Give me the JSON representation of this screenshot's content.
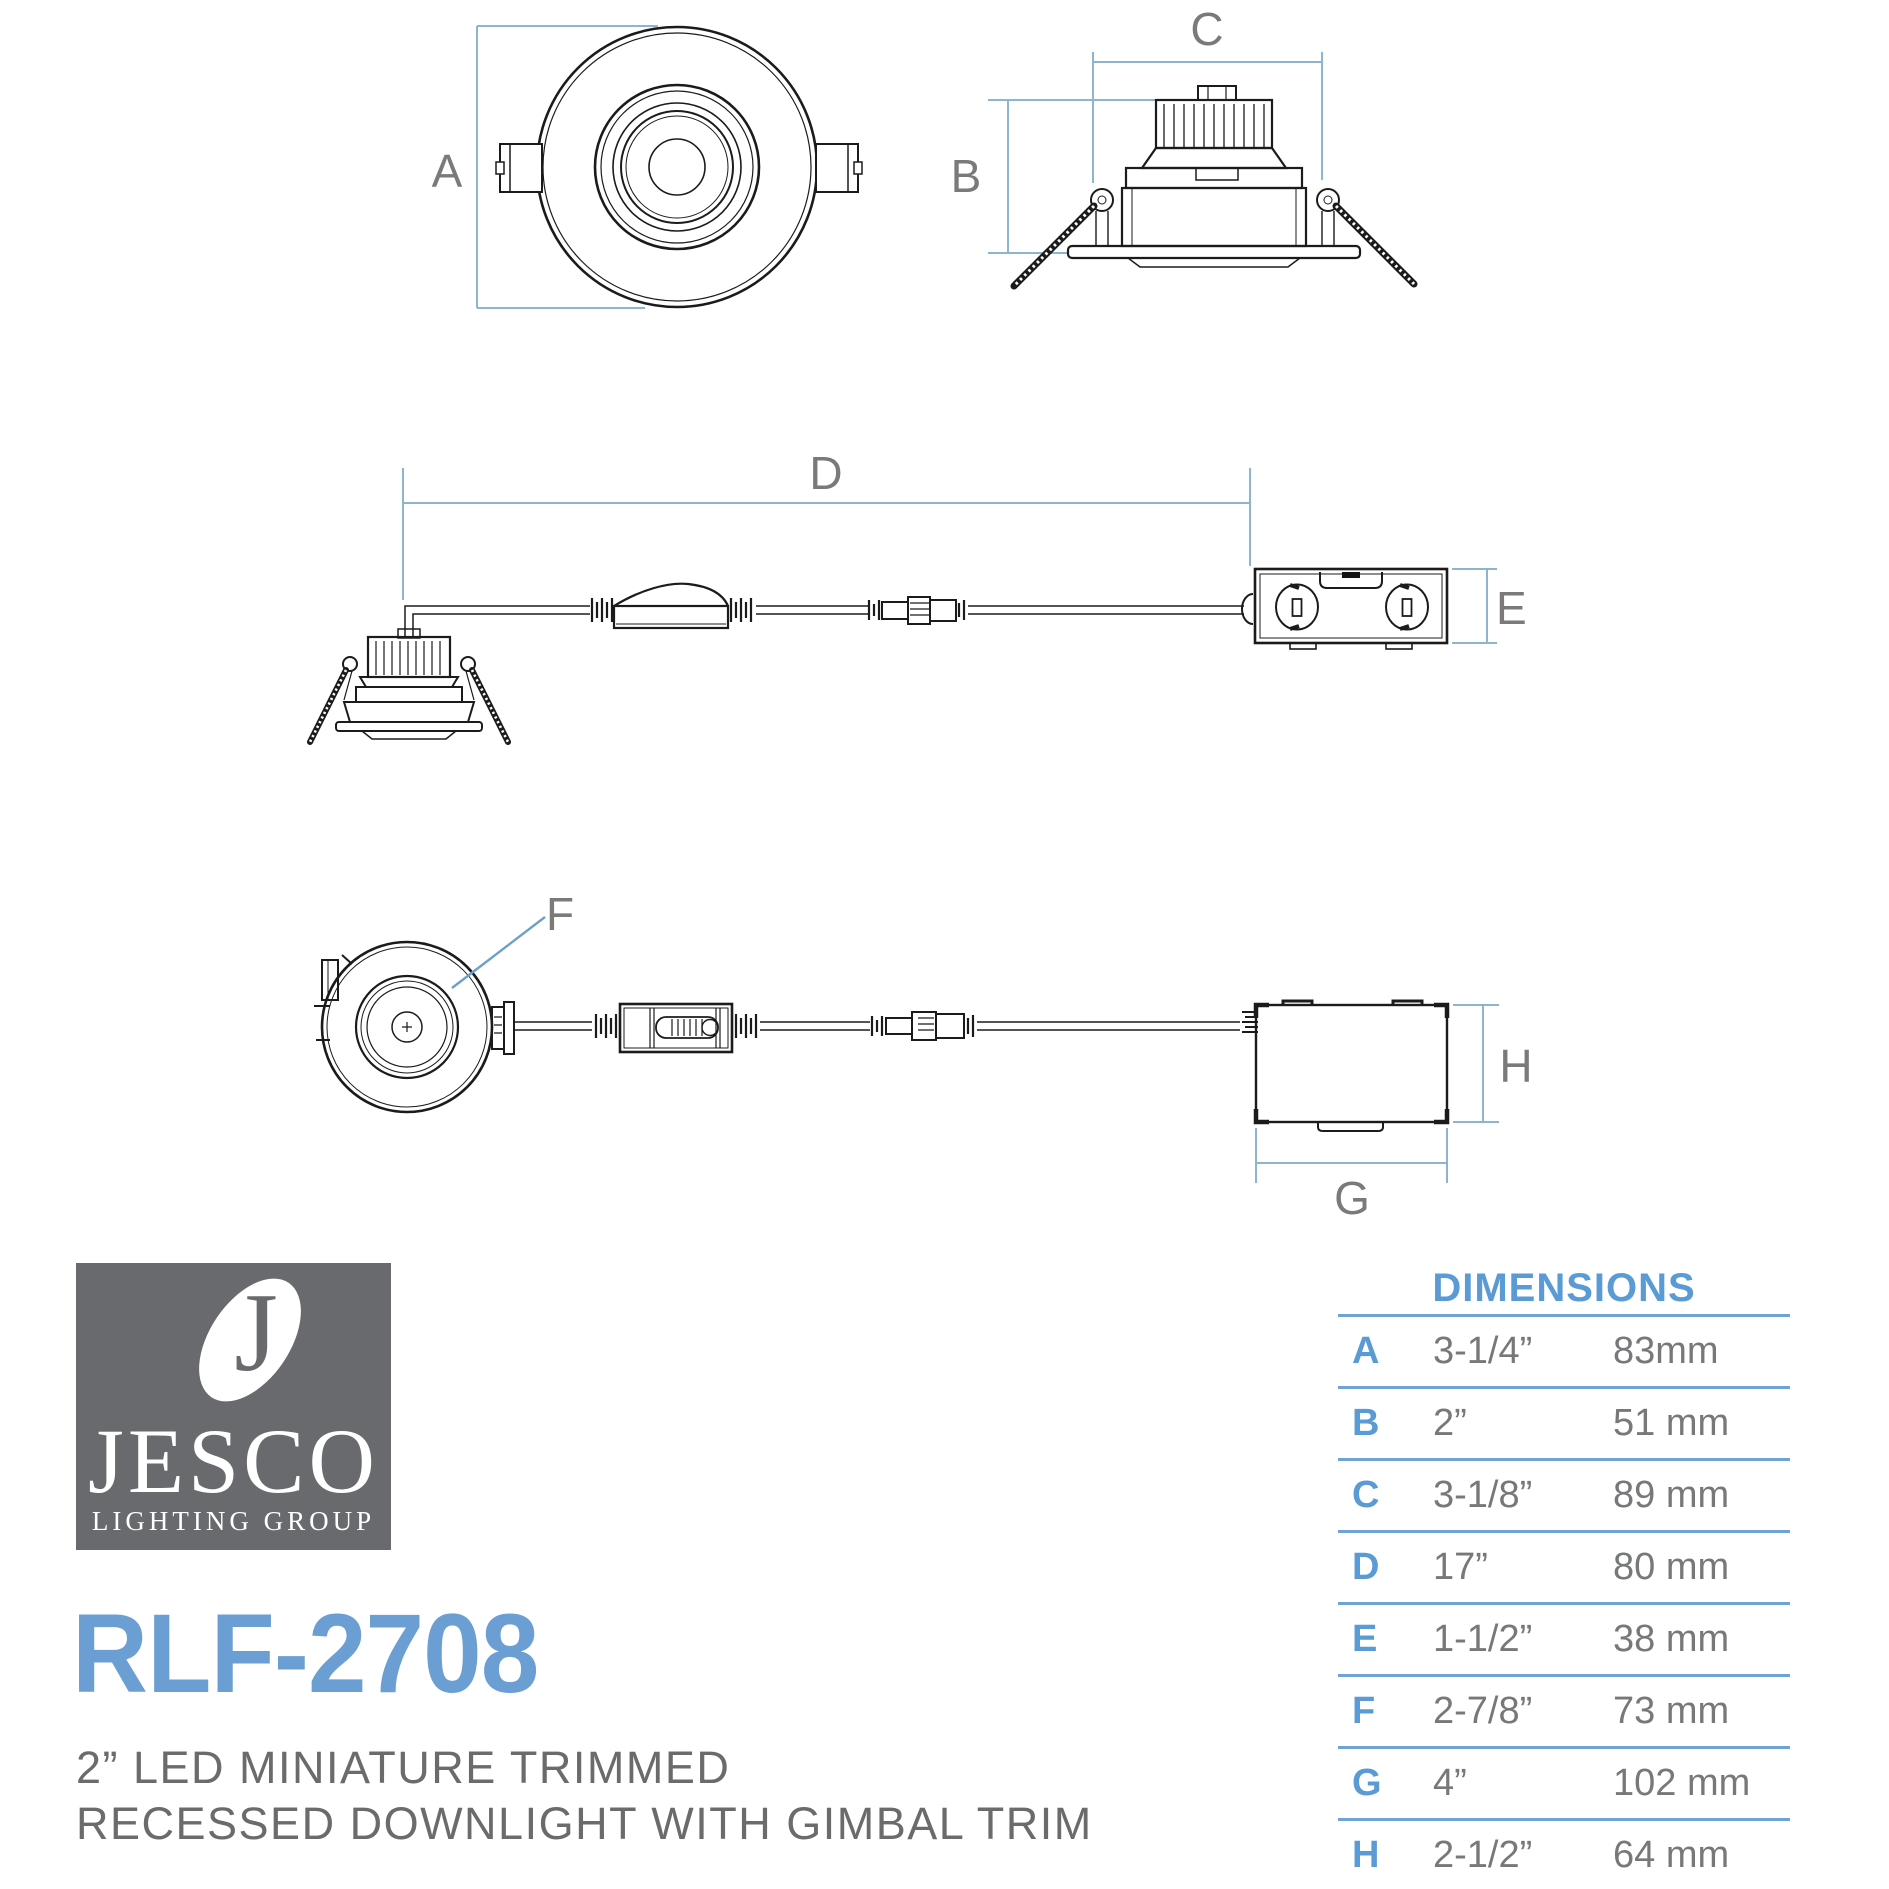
{
  "product": {
    "model": "RLF-2708",
    "description_line1": "2” LED MINIATURE TRIMMED",
    "description_line2": "RECESSED DOWNLIGHT WITH GIMBAL TRIM"
  },
  "logo": {
    "monogram": "J",
    "name": "JESCO",
    "tagline": "LIGHTING GROUP"
  },
  "dimensions_table": {
    "title": "DIMENSIONS",
    "rows": [
      {
        "letter": "A",
        "inches": "3-1/4”",
        "mm": "83mm"
      },
      {
        "letter": "B",
        "inches": "2”",
        "mm": "51 mm"
      },
      {
        "letter": "C",
        "inches": "3-1/8”",
        "mm": "89 mm"
      },
      {
        "letter": "D",
        "inches": "17”",
        "mm": "80 mm"
      },
      {
        "letter": "E",
        "inches": "1-1/2”",
        "mm": "38 mm"
      },
      {
        "letter": "F",
        "inches": "2-7/8”",
        "mm": "73 mm"
      },
      {
        "letter": "G",
        "inches": "4”",
        "mm": "102 mm"
      },
      {
        "letter": "H",
        "inches": "2-1/2”",
        "mm": "64 mm"
      }
    ]
  },
  "drawing_labels": {
    "A": "A",
    "B": "B",
    "C": "C",
    "D": "D",
    "E": "E",
    "F": "F",
    "G": "G",
    "H": "H"
  },
  "colors": {
    "accent_blue": "#5b9bd5",
    "rule_blue": "#6fa3d7",
    "dimension_line_blue": "#8fb4cf",
    "leader_blue": "#6fa0c8",
    "label_gray": "#7a7a7a",
    "text_gray": "#6a6b6d",
    "logo_gray": "#696a6d",
    "drawing_black": "#1b1b1b"
  }
}
